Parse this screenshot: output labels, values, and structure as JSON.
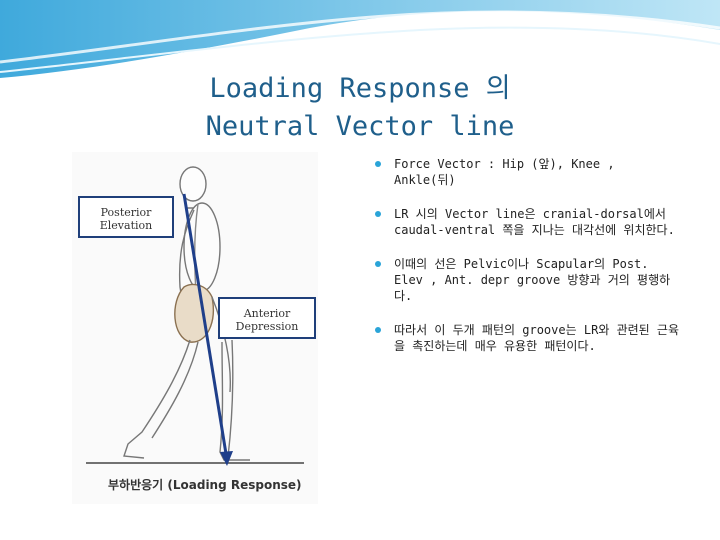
{
  "title_line1": "Loading Response 의",
  "title_line2": "Neutral Vector line",
  "figure": {
    "callout_posterior": "Posterior\nElevation",
    "callout_anterior": "Anterior\nDepression",
    "caption": "부하반응기 (Loading Response)"
  },
  "bullets": [
    "Force Vector : Hip (앞), Knee , Ankle(뒤)",
    "LR 시의 Vector line은 cranial-dorsal에서 caudal-ventral 쪽을 지나는 대각선에 위치한다.",
    "이때의 선은 Pelvic이나 Scapular의 Post. Elev , Ant. depr groove 방향과 거의 평행하다.",
    "따라서 이 두개 패턴의 groove는 LR와 관련된 근육을 촉진하는데 매우 유용한 패턴이다."
  ],
  "colors": {
    "title": "#1f5f8b",
    "bullet": "#2aa4d8",
    "vector": "#1f3f8a",
    "wave": "#7cc8ea"
  }
}
